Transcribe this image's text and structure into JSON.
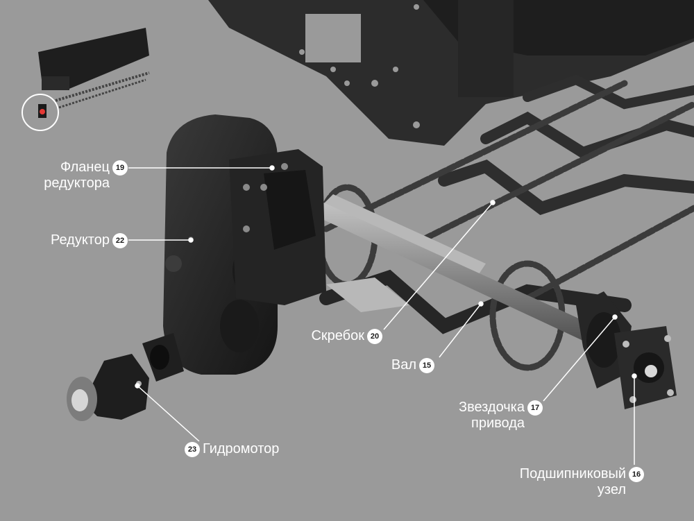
{
  "colors": {
    "background": "#9a9a9a",
    "metal": "#2a2a2a",
    "label_text": "#ffffff",
    "badge_fill": "#ffffff",
    "badge_text": "#1a1a1a"
  },
  "thumbnail": {
    "icon": "spreader-truck-thumbnail",
    "highlight": "circle"
  },
  "callouts": {
    "flange": {
      "line1": "Фланец",
      "line2": "редуктора",
      "number": "19"
    },
    "reducer": {
      "text": "Редуктор",
      "number": "22"
    },
    "scraper": {
      "text": "Скребок",
      "number": "20"
    },
    "shaft": {
      "text": "Вал",
      "number": "15"
    },
    "sprocket": {
      "line1": "Звездочка",
      "line2": "привода",
      "number": "17"
    },
    "motor": {
      "text": "Гидромотор",
      "number": "23"
    },
    "bearing": {
      "line1": "Подшипниковый",
      "line2": "узел",
      "number": "16"
    }
  }
}
